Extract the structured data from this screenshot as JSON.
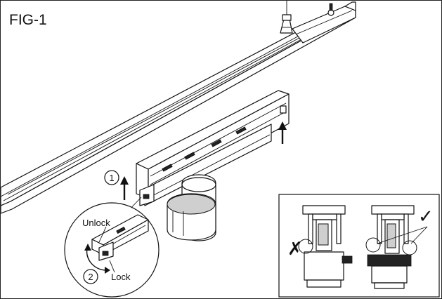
{
  "figure": {
    "title": "FIG-1",
    "step1": "1",
    "step2": "2",
    "unlock_label": "Unlock",
    "lock_label": "Lock",
    "wrong_mark": "✗",
    "right_mark": "✓"
  }
}
